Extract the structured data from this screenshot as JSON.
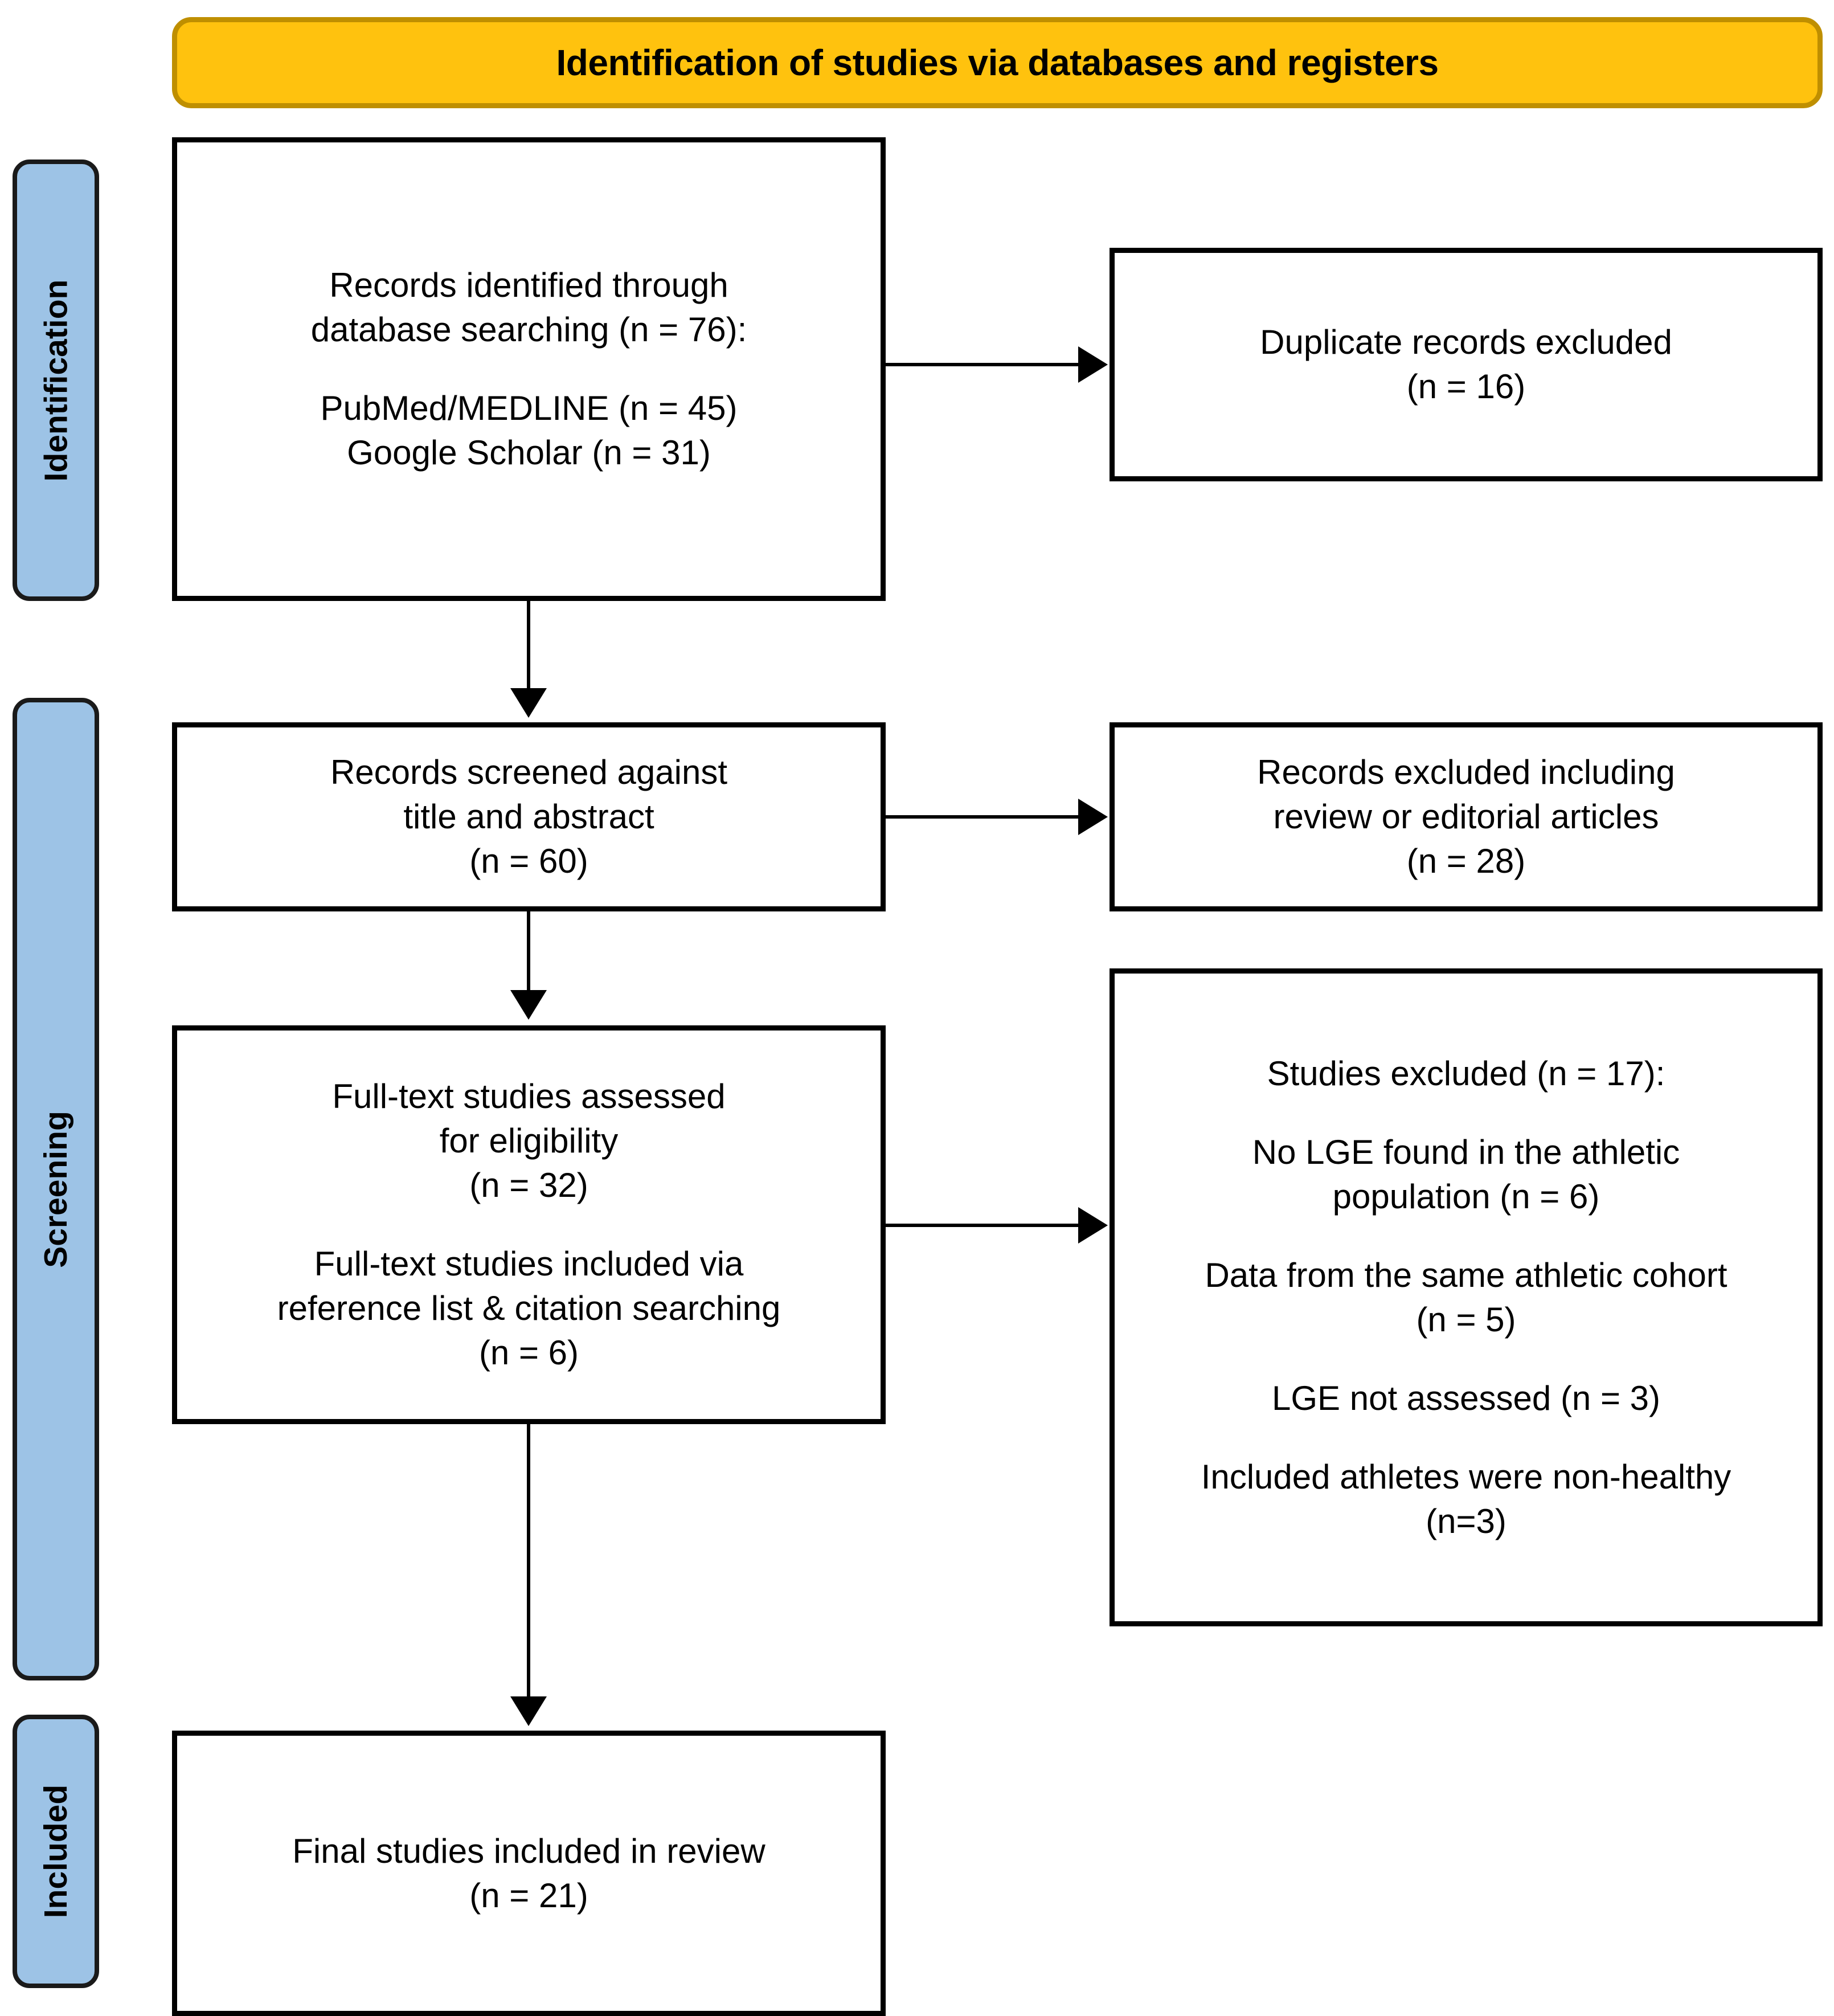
{
  "banner": {
    "title": "Identification of studies via databases and registers",
    "fill_color": "#FFC20E",
    "border_color": "#BF8F00"
  },
  "stages": [
    {
      "id": "identification",
      "label": "Identification"
    },
    {
      "id": "screening",
      "label": "Screening"
    },
    {
      "id": "included",
      "label": "Included"
    }
  ],
  "stage_tab_color": "#9DC3E6",
  "boxes": {
    "identified": {
      "lines": [
        "Records identified through",
        "database searching (n = 76):",
        "",
        "PubMed/MEDLINE (n = 45)",
        "Google Scholar (n = 31)"
      ]
    },
    "duplicates": {
      "lines": [
        "Duplicate records excluded",
        "(n = 16)"
      ]
    },
    "screened": {
      "lines": [
        "Records screened against",
        "title and abstract",
        "(n = 60)"
      ]
    },
    "excluded_records": {
      "lines": [
        "Records excluded including",
        "review or editorial articles",
        "(n = 28)"
      ]
    },
    "fulltext": {
      "lines": [
        "Full-text studies assessed",
        "for eligibility",
        "(n = 32)",
        "",
        "Full-text studies included via",
        "reference list & citation searching",
        "(n = 6)"
      ]
    },
    "excluded_studies": {
      "lines": [
        "Studies excluded (n = 17):",
        "",
        "No LGE found in the athletic",
        "population (n = 6)",
        "",
        "Data from the same athletic cohort",
        "(n = 5)",
        "",
        "LGE not assessed (n = 3)",
        "",
        "Included athletes were non-healthy",
        "(n=3)"
      ]
    },
    "final": {
      "lines": [
        "Final studies included in review",
        "(n = 21)"
      ]
    }
  },
  "chart_data": {
    "type": "diagram",
    "title": "Identification of studies via databases and registers",
    "diagram_kind": "PRISMA flow diagram",
    "stages": [
      "Identification",
      "Screening",
      "Included"
    ],
    "nodes": [
      {
        "id": "identified",
        "stage": "Identification",
        "label": "Records identified through database searching",
        "n": 76,
        "sources": [
          {
            "name": "PubMed/MEDLINE",
            "n": 45
          },
          {
            "name": "Google Scholar",
            "n": 31
          }
        ]
      },
      {
        "id": "duplicates",
        "stage": "Identification",
        "label": "Duplicate records excluded",
        "n": 16
      },
      {
        "id": "screened",
        "stage": "Screening",
        "label": "Records screened against title and abstract",
        "n": 60
      },
      {
        "id": "excluded_records",
        "stage": "Screening",
        "label": "Records excluded including review or editorial articles",
        "n": 28
      },
      {
        "id": "fulltext_assessed",
        "stage": "Screening",
        "label": "Full-text studies assessed for eligibility",
        "n": 32
      },
      {
        "id": "fulltext_citation",
        "stage": "Screening",
        "label": "Full-text studies included via reference list & citation searching",
        "n": 6
      },
      {
        "id": "excluded_studies",
        "stage": "Screening",
        "label": "Studies excluded",
        "n": 17,
        "reasons": [
          {
            "reason": "No LGE found in the athletic population",
            "n": 6
          },
          {
            "reason": "Data from the same athletic cohort",
            "n": 5
          },
          {
            "reason": "LGE not assessed",
            "n": 3
          },
          {
            "reason": "Included athletes were non-healthy",
            "n": 3
          }
        ]
      },
      {
        "id": "final",
        "stage": "Included",
        "label": "Final studies included in review",
        "n": 21
      }
    ],
    "edges": [
      {
        "from": "identified",
        "to": "duplicates",
        "direction": "right"
      },
      {
        "from": "identified",
        "to": "screened",
        "direction": "down"
      },
      {
        "from": "screened",
        "to": "excluded_records",
        "direction": "right"
      },
      {
        "from": "screened",
        "to": "fulltext_assessed",
        "direction": "down"
      },
      {
        "from": "fulltext_assessed",
        "to": "excluded_studies",
        "direction": "right"
      },
      {
        "from": "fulltext_assessed",
        "to": "final",
        "direction": "down"
      }
    ]
  }
}
